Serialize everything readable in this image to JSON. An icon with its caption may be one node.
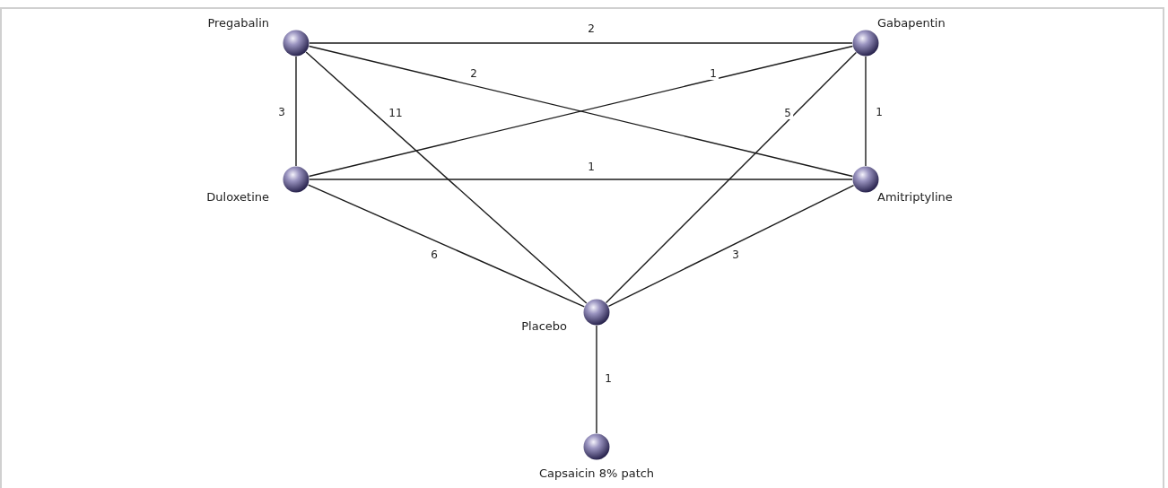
{
  "diagram": {
    "nodes": [
      {
        "text": [],
        "shape": "circle",
        "beside": [
          "Pregabalin"
        ]
      },
      {
        "text": [],
        "shape": "circle",
        "beside": [
          "Gabapentin"
        ]
      },
      {
        "text": [],
        "shape": "circle",
        "beside": [
          "Duloxetine"
        ]
      },
      {
        "text": [],
        "shape": "circle",
        "beside": [
          "Amitriptyline"
        ]
      },
      {
        "text": [],
        "shape": "circle",
        "beside": [
          "Placebo"
        ]
      },
      {
        "text": [],
        "shape": "circle",
        "beside": [
          "Capsaicin 8% patch"
        ]
      }
    ],
    "edges": [
      {
        "from": 0,
        "to": 1,
        "arrow": "none",
        "label": "2"
      },
      {
        "from": 0,
        "to": 3,
        "arrow": "none",
        "label": "2"
      },
      {
        "from": 0,
        "to": 2,
        "arrow": "none",
        "label": "3"
      },
      {
        "from": 0,
        "to": 4,
        "arrow": "none",
        "label": "11"
      },
      {
        "from": 1,
        "to": 2,
        "arrow": "none",
        "label": "1"
      },
      {
        "from": 1,
        "to": 3,
        "arrow": "none",
        "label": "1"
      },
      {
        "from": 1,
        "to": 4,
        "arrow": "none",
        "label": "5"
      },
      {
        "from": 2,
        "to": 3,
        "arrow": "none",
        "label": "1"
      },
      {
        "from": 2,
        "to": 4,
        "arrow": "none",
        "label": "6"
      },
      {
        "from": 3,
        "to": 4,
        "arrow": "none",
        "label": "3"
      },
      {
        "from": 4,
        "to": 5,
        "arrow": "none",
        "label": "1"
      }
    ]
  }
}
